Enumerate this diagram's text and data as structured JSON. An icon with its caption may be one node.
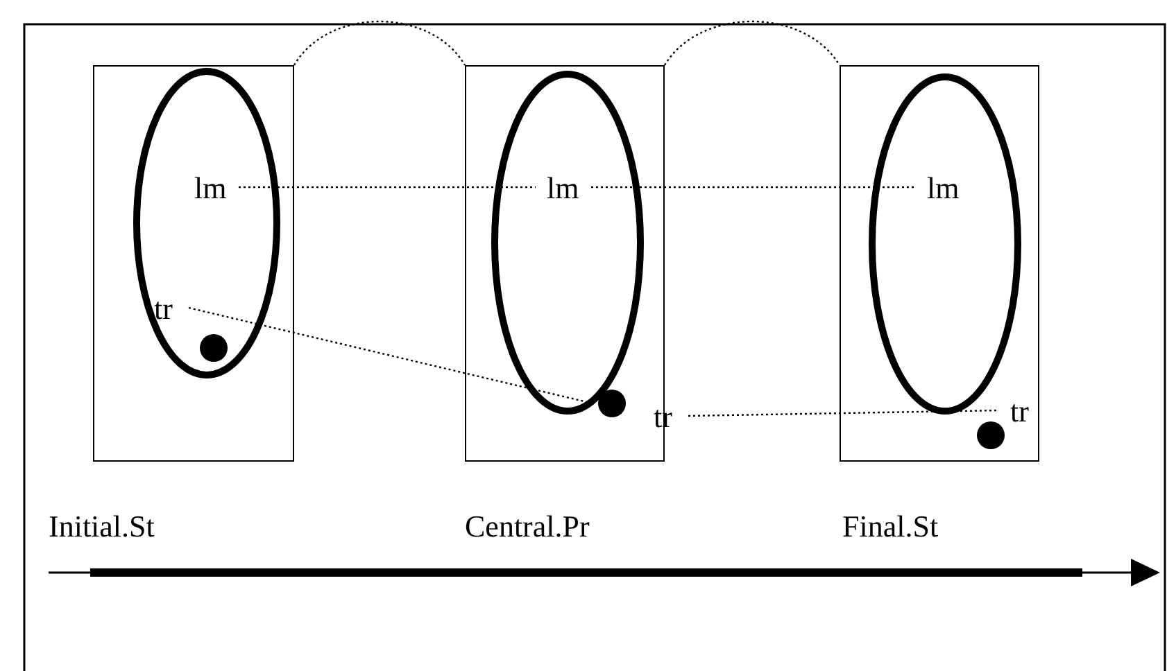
{
  "diagram": {
    "nodes": [
      {
        "text": [],
        "shape": "box",
        "beside": [
          "Initial.St"
        ]
      },
      {
        "text": [],
        "shape": "ellipse",
        "in": 0
      },
      {
        "text": [
          "lm"
        ],
        "in": 1
      },
      {
        "text": [
          "tr"
        ],
        "in": 1
      },
      {
        "text": [],
        "shape": "circle",
        "in": 1
      },
      {
        "text": [],
        "shape": "box",
        "beside": [
          "Central.Pr"
        ]
      },
      {
        "text": [],
        "shape": "ellipse",
        "in": 5
      },
      {
        "text": [
          "lm"
        ],
        "in": 6
      },
      {
        "text": [],
        "shape": "circle",
        "in": 5
      },
      {
        "text": [
          "tr"
        ],
        "in": 5
      },
      {
        "text": [],
        "shape": "box",
        "beside": [
          "Final.St"
        ]
      },
      {
        "text": [],
        "shape": "ellipse",
        "in": 10
      },
      {
        "text": [
          "lm"
        ],
        "in": 11
      },
      {
        "text": [
          "tr"
        ],
        "in": 10
      },
      {
        "text": [],
        "shape": "circle",
        "in": 10
      }
    ],
    "edges": [
      {
        "from": 0,
        "to": 5,
        "arrow": "none"
      },
      {
        "from": 5,
        "to": 10,
        "arrow": "none"
      },
      {
        "from": 2,
        "to": 7,
        "arrow": "none"
      },
      {
        "from": 7,
        "to": 12,
        "arrow": "none"
      },
      {
        "from": 3,
        "to": 8,
        "arrow": "none"
      },
      {
        "from": 9,
        "to": 13,
        "arrow": "none"
      }
    ]
  }
}
